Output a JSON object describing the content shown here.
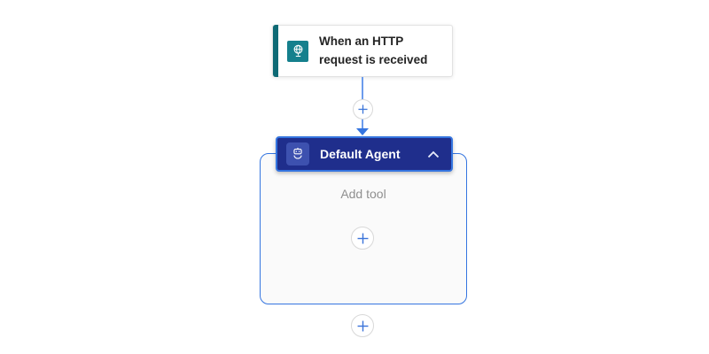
{
  "app": {
    "name": "Flow designer canvas",
    "colors": {
      "accent_stripe": "#0E6A75",
      "trigger_icon_bg": "#15808D",
      "agent_header_bg": "#1F2E8C",
      "agent_icon_tile_bg": "#3D51AF",
      "selection_blue": "#3575E0",
      "connector_line": "#6C9CEC",
      "plus_blue": "#3B74D9",
      "container_bg": "#FAFAFA",
      "text_dark": "#242424",
      "text_muted": "#8F8F8F",
      "canvas_bg": "#FFFFFF"
    }
  },
  "flow": {
    "trigger_card": {
      "title": "When an HTTP request is received",
      "icon": "http-request-globe-icon"
    },
    "connector": {
      "insert_plus_icon": "plus-icon",
      "arrow_icon": "arrow-down"
    },
    "agent_card": {
      "title": "Default Agent",
      "icon": "agent-bot-icon",
      "collapse_icon": "chevron-up-icon",
      "body": {
        "placeholder": "Add tool",
        "add_tool_plus_icon": "plus-icon"
      }
    },
    "add_action_plus_icon": "plus-icon"
  }
}
